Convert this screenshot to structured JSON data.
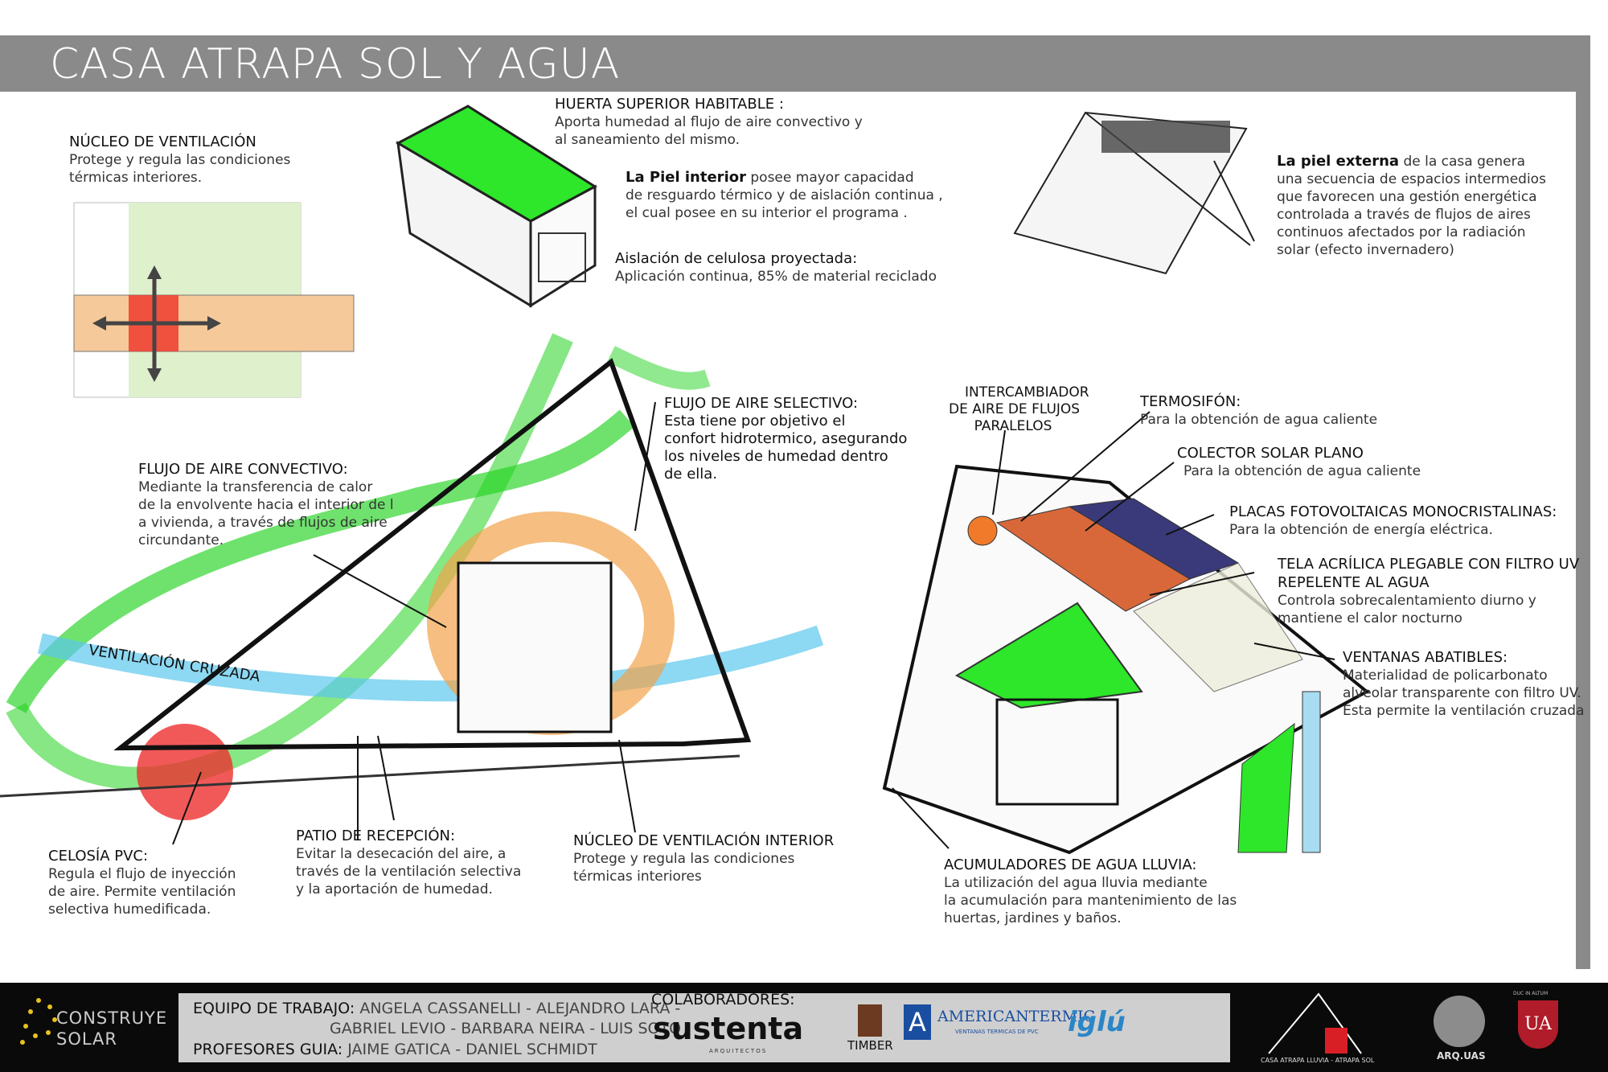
{
  "title": "CASA ATRAPA SOL Y AGUA",
  "nucleo_ventilacion": {
    "heading": "NÚCLEO DE VENTILACIÓN",
    "lines": [
      "Protege y regula las condiciones",
      "térmicas interiores."
    ]
  },
  "huerta": {
    "heading": "HUERTA SUPERIOR HABITABLE :",
    "lines": [
      "Aporta humedad al flujo de aire convectivo y",
      "al saneamiento del mismo."
    ]
  },
  "piel_interior": {
    "bold": "La Piel interior",
    "rest": " posee mayor capacidad",
    "lines": [
      "de resguardo térmico y de aislación continua ,",
      "el cual posee en su interior el programa ."
    ]
  },
  "aislacion": {
    "heading": "Aislación de celulosa proyectada:",
    "lines": [
      "Aplicación continua, 85% de material reciclado"
    ]
  },
  "piel_externa": {
    "bold": "La piel externa",
    "rest": " de la casa genera",
    "lines": [
      "una secuencia de espacios intermedios",
      "que favorecen una gestión energética",
      "controlada  a través de flujos de aires",
      "continuos afectados por la radiación",
      "solar (efecto invernadero)"
    ]
  },
  "flujo_selectivo": {
    "heading": "FLUJO DE AIRE SELECTIVO:",
    "lines": [
      "Esta tiene por objetivo el",
      "confort hidrotermico, asegurando",
      "los niveles de humedad dentro",
      "de ella."
    ]
  },
  "flujo_convectivo": {
    "heading": "FLUJO DE AIRE CONVECTIVO:",
    "lines": [
      "Mediante la transferencia de calor",
      "de la envolvente hacia el interior de l",
      "a vivienda, a través de flujos de aire",
      "circundante."
    ]
  },
  "ventilacion_cruzada": "VENTILACIÓN CRUZADA",
  "celosia": {
    "heading": "CELOSÍA PVC:",
    "lines": [
      "Regula el flujo de inyección",
      "de aire. Permite ventilación",
      "selectiva humedificada."
    ]
  },
  "patio": {
    "heading": "PATIO DE RECEPCIÓN:",
    "lines": [
      "Evitar la desecación del aire, a",
      "través de la ventilación selectiva",
      "y la aportación de humedad."
    ]
  },
  "nucleo_interior": {
    "heading": "NÚCLEO DE VENTILACIÓN INTERIOR",
    "lines": [
      "Protege y regula las condiciones",
      "térmicas interiores"
    ]
  },
  "intercambiador": {
    "lines": [
      "INTERCAMBIADOR",
      "DE AIRE DE FLUJOS",
      "PARALELOS"
    ]
  },
  "termosifon": {
    "heading": "TERMOSIFÓN:",
    "lines": [
      "Para la obtención de agua caliente"
    ]
  },
  "colector": {
    "heading": "COLECTOR SOLAR PLANO",
    "lines": [
      "Para la obtención de agua caliente"
    ]
  },
  "placas": {
    "heading": "PLACAS FOTOVOLTAICAS MONOCRISTALINAS:",
    "lines": [
      "Para la obtención de energía eléctrica."
    ]
  },
  "tela": {
    "heading1": "TELA ACRÍLICA PLEGABLE CON FILTRO UV",
    "heading2": "REPELENTE AL AGUA",
    "lines": [
      "Controla sobrecalentamiento diurno y",
      "mantiene el calor nocturno"
    ]
  },
  "ventanas": {
    "heading": "VENTANAS ABATIBLES:",
    "lines": [
      "Materialidad de policarbonato",
      "alveolar transparente con filtro UV.",
      "Esta permite la ventilación cruzada"
    ]
  },
  "acumuladores": {
    "heading": "ACUMULADORES DE AGUA LLUVIA:",
    "lines": [
      "La utilización del agua lluvia mediante",
      "la acumulación para mantenimiento de las",
      "huertas, jardines  y baños."
    ]
  },
  "footer": {
    "brand1": "CONSTRUYE",
    "brand2": "SOLAR",
    "team_label": "EQUIPO DE TRABAJO:",
    "team1": "ANGELA CASSANELLI - ALEJANDRO LARA -",
    "team2": "GABRIEL LEVIO - BARBARA NEIRA - LUIS SOTO",
    "prof_label": "PROFESORES GUIA:",
    "prof": "JAIME GATICA - DANIEL SCHMIDT",
    "collab_label": "COLABORADORES:",
    "logo_sustenta": "sustenta",
    "logo_sustenta_sub": "ARQUITECTOS",
    "logo_timber": "TIMBER",
    "logo_american": "AMERICANTERMIC",
    "logo_american_sub": "VENTANAS TERMICAS DE PVC",
    "logo_iglu": "iglú",
    "casa_caption": "CASA ATRAPA LLUVIA - ATRAPA SOL",
    "arq": "ARQ.UAS",
    "ua": "UA",
    "ua_top": "DUC IN ALTUM"
  },
  "colors": {
    "green": "#22d31f",
    "orange": "#f2a24a",
    "red": "#ee3030",
    "blue": "#5cc8ec",
    "grey": "#8a8a8a"
  }
}
